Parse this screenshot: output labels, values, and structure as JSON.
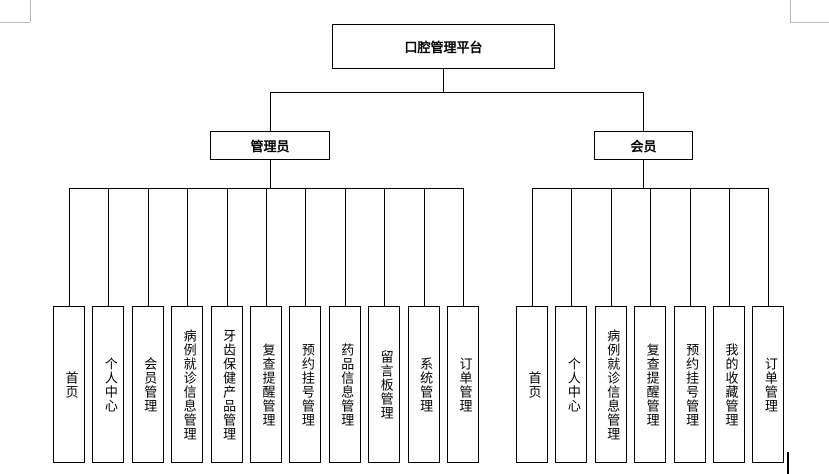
{
  "root": {
    "label": "口腔管理平台"
  },
  "admin": {
    "label": "管理员",
    "children": [
      "首页",
      "个人中心",
      "会员管理",
      "病例就诊信息管理",
      "牙齿保健产品管理",
      "复查提醒管理",
      "预约挂号管理",
      "药品信息管理",
      "留言板管理",
      "系统管理",
      "订单管理"
    ]
  },
  "member": {
    "label": "会员",
    "children": [
      "首页",
      "个人中心",
      "病例就诊信息管理",
      "复查提醒管理",
      "预约挂号管理",
      "我的收藏管理",
      "订单管理"
    ]
  }
}
